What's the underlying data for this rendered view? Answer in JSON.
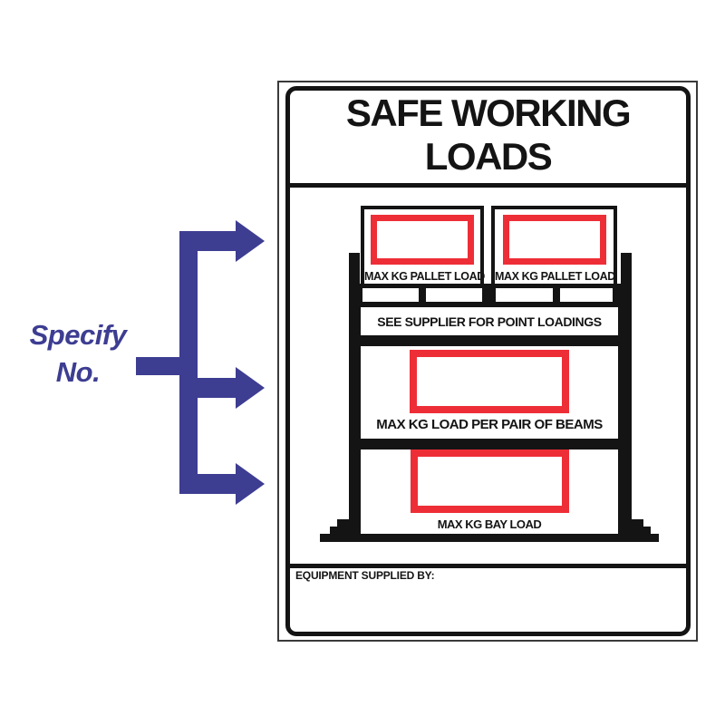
{
  "annotation": {
    "label_line1": "Specify",
    "label_line2": "No.",
    "arrow_color": "#3d3d92",
    "arrow_count": 3
  },
  "sign": {
    "title_line1": "SAFE WORKING",
    "title_line2": "LOADS",
    "placards": [
      {
        "label": "MAX KG PALLET LOAD"
      },
      {
        "label": "MAX KG PALLET LOAD"
      }
    ],
    "banner": "SEE SUPPLIER FOR POINT LOADINGS",
    "beam_panel_label": "MAX KG LOAD PER PAIR OF BEAMS",
    "bay_panel_label": "MAX KG BAY LOAD",
    "footer_label": "EQUIPMENT SUPPLIED BY:",
    "colors": {
      "field_red": "#ee2e36",
      "sign_black": "#141414",
      "annotation_blue": "#3d3d92"
    }
  }
}
